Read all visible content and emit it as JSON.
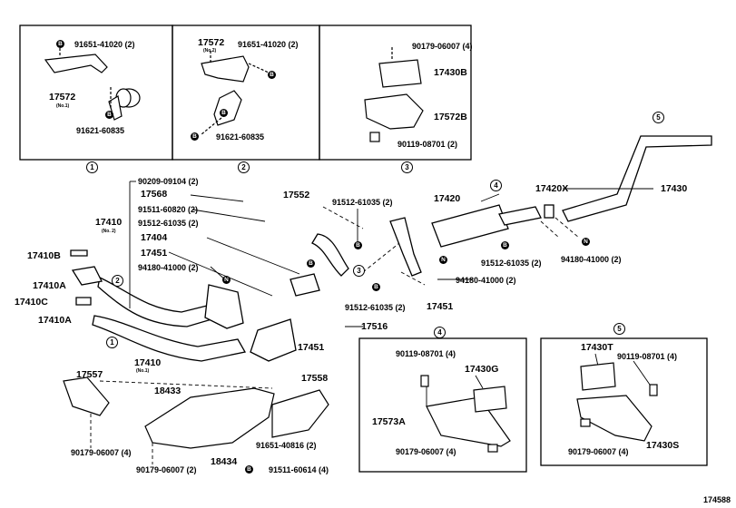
{
  "diagram_code": "174588",
  "insets": {
    "inset1": {
      "number": "1",
      "labels": {
        "bolt_top": "91651-41020 (2)",
        "bracket": "17572",
        "bracket_sub": "(No.1)",
        "clamp": "91621-60835"
      }
    },
    "inset2": {
      "number": "2",
      "labels": {
        "bracket": "17572",
        "bracket_sub": "(No.2)",
        "bolt": "91651-41020 (2)",
        "clamp": "91621-60835"
      }
    },
    "inset3": {
      "number": "3",
      "labels": {
        "nut": "90179-06007 (4)",
        "hanger": "17430B",
        "bracket": "17572B",
        "bolt": "90119-08701 (2)"
      }
    },
    "inset4": {
      "number": "4",
      "labels": {
        "bolt": "90119-08701 (4)",
        "mount": "17430G",
        "bracket": "17573A",
        "nut": "90179-06007 (4)"
      }
    },
    "inset5": {
      "number": "5",
      "labels": {
        "mount": "17430T",
        "bolt": "90119-08701 (4)",
        "nut": "90179-06007 (4)",
        "bracket": "17430S"
      }
    }
  },
  "main": {
    "stud_a": "90209-09104 (2)",
    "p17568": "17568",
    "p91511_60820": "91511-60820 (2)",
    "p17410": "17410",
    "p17410_sub": "(No. 2)",
    "p91512_a": "91512-61035 (2)",
    "p17404": "17404",
    "p17451_a": "17451",
    "p94180_a": "94180-41000 (2)",
    "p17410B": "17410B",
    "p17410A_a": "17410A",
    "p17410C": "17410C",
    "p17410A_b": "17410A",
    "p17410_main": "17410",
    "p17410_main_sub": "(No.1)",
    "p17557": "17557",
    "nut_b": "90179-06007 (4)",
    "nut_c": "90179-06007 (2)",
    "p18433": "18433",
    "p18434": "18434",
    "p91511_60614": "91511-60614 (4)",
    "p17558": "17558",
    "p91651_40816": "91651-40816 (2)",
    "p17552": "17552",
    "p91512_b": "91512-61035 (2)",
    "p17516": "17516",
    "p17451_b": "17451",
    "p91512_c": "91512-61035 (2)",
    "p17420": "17420",
    "p91512_d": "91512-61035 (2)",
    "p94180_b": "94180-41000 (2)",
    "p17451_c": "17451",
    "p17420X": "17420X",
    "p94180_c": "94180-41000 (2)",
    "p17430": "17430"
  },
  "callouts": {
    "c1": "1",
    "c2": "2",
    "c3": "3",
    "c4": "4",
    "c5": "5"
  },
  "badge_letters": {
    "b": "B",
    "n": "N"
  }
}
